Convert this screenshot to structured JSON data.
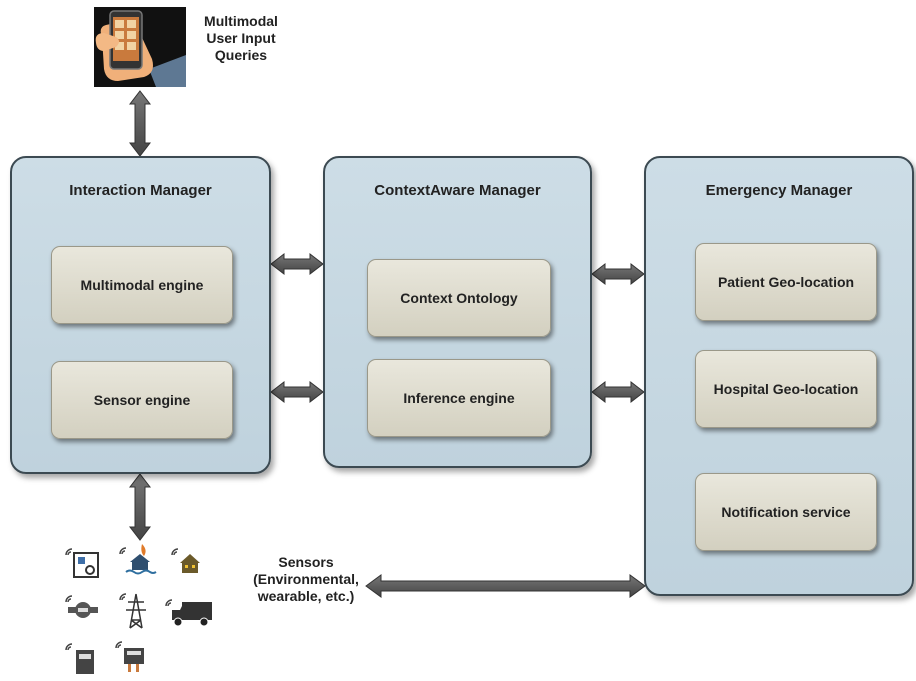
{
  "user_input": {
    "label_lines": [
      "Multimodal",
      "User Input",
      "Queries"
    ],
    "icon": "smartphone-in-hand-icon"
  },
  "managers": {
    "interaction": {
      "title": "Interaction Manager",
      "engines": [
        "Multimodal engine",
        "Sensor engine"
      ]
    },
    "context_aware": {
      "title": "ContextAware Manager",
      "engines": [
        "Context Ontology",
        "Inference engine"
      ]
    },
    "emergency": {
      "title": "Emergency Manager",
      "engines": [
        "Patient Geo-location",
        "Hospital Geo-location",
        "Notification service"
      ]
    }
  },
  "sensors": {
    "label_lines": [
      "Sensors",
      "(Environmental,",
      "wearable, etc.)"
    ],
    "icons": [
      "thermostat-sensor-icon",
      "flood-sensor-icon",
      "home-sensor-icon",
      "water-meter-icon",
      "power-pylon-icon",
      "truck-tracker-icon",
      "energy-meter-icon",
      "smart-plug-icon"
    ]
  },
  "colors": {
    "manager_fill": "#c4d6e1",
    "manager_border": "#3c4a52",
    "engine_fill": "#dcd9ca",
    "arrow": "#555555"
  }
}
